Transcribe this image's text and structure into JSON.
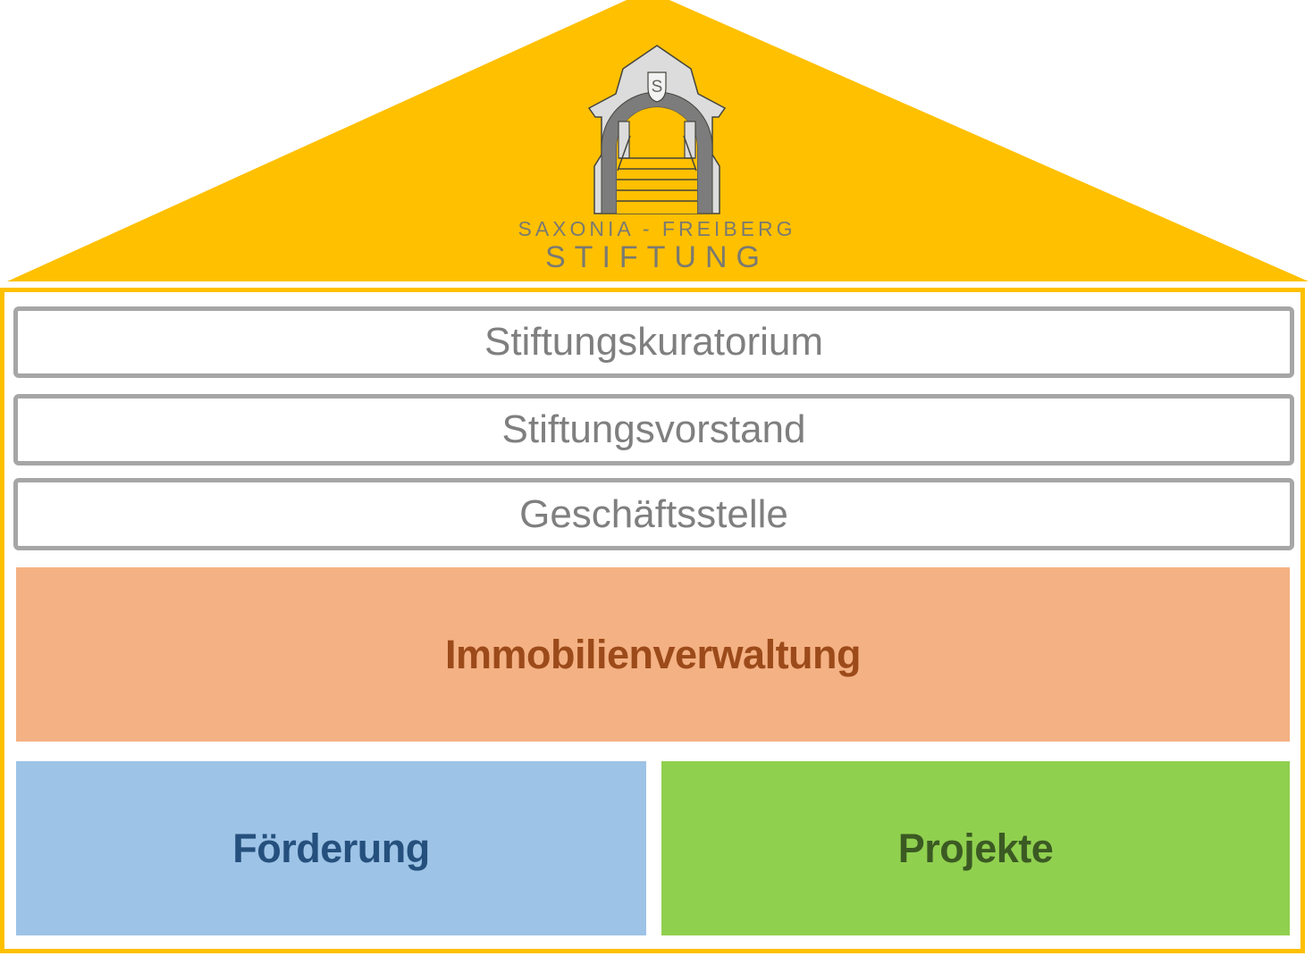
{
  "logo": {
    "name_line1": "SAXONIA - FREIBERG",
    "name_line2": "STIFTUNG",
    "shield_letter": "S"
  },
  "levels": [
    {
      "label": "Stiftungskuratorium"
    },
    {
      "label": "Stiftungsvorstand"
    },
    {
      "label": "Geschäftsstelle"
    }
  ],
  "management": {
    "label": "Immobilienverwaltung"
  },
  "pillars": [
    {
      "label": "Förderung"
    },
    {
      "label": "Projekte"
    }
  ],
  "colors": {
    "roof_yellow": "#FFC000",
    "frame_border": "#FFC000",
    "level_border_gray": "#A6A6A6",
    "level_text_gray": "#7F7F7F",
    "management_fill": "#F4B183",
    "management_text": "#9C4A1A",
    "funding_fill": "#9DC3E6",
    "funding_text": "#25507D",
    "projects_fill": "#90D04F",
    "projects_text": "#3B5A23",
    "logo_text_gray": "#7A7A72"
  }
}
